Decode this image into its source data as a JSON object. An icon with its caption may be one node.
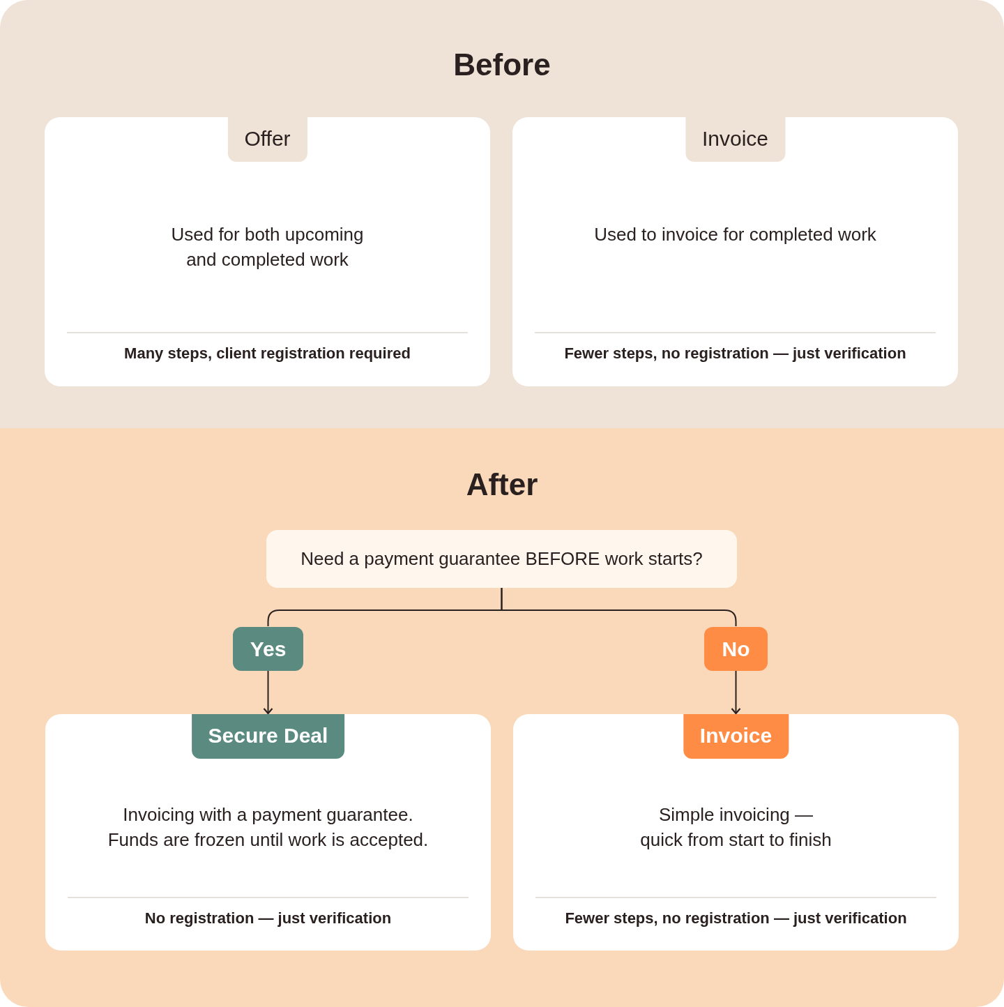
{
  "diagram": {
    "nodes": [
      {
        "text": [
          "Before"
        ]
      },
      {
        "text": [
          "Offer",
          "Used for both upcoming and completed work",
          "Many steps, client registration required"
        ],
        "in": 0
      },
      {
        "text": [
          "Invoice",
          "Used to invoice for completed work",
          "Fewer steps, no registration — just verification"
        ],
        "in": 0
      },
      {
        "text": [
          "After"
        ]
      },
      {
        "text": [
          "Need a payment guarantee BEFORE work starts?"
        ],
        "in": 3
      },
      {
        "text": [
          "Yes"
        ],
        "in": 3
      },
      {
        "text": [
          "No"
        ],
        "in": 3
      },
      {
        "text": [
          "Secure Deal",
          "Invoicing with a payment guarantee. Funds are frozen until work is accepted.",
          "No registration — just verification"
        ],
        "in": 3
      },
      {
        "text": [
          "Invoice",
          "Simple invoicing — quick from start to finish",
          "Fewer steps, no registration — just verification"
        ],
        "in": 3
      }
    ],
    "edges": [
      {
        "from": 4,
        "to": 5,
        "arrow": "none"
      },
      {
        "from": 4,
        "to": 6,
        "arrow": "none"
      },
      {
        "from": 5,
        "to": 7,
        "arrow": "to"
      },
      {
        "from": 6,
        "to": 8,
        "arrow": "to"
      }
    ]
  }
}
